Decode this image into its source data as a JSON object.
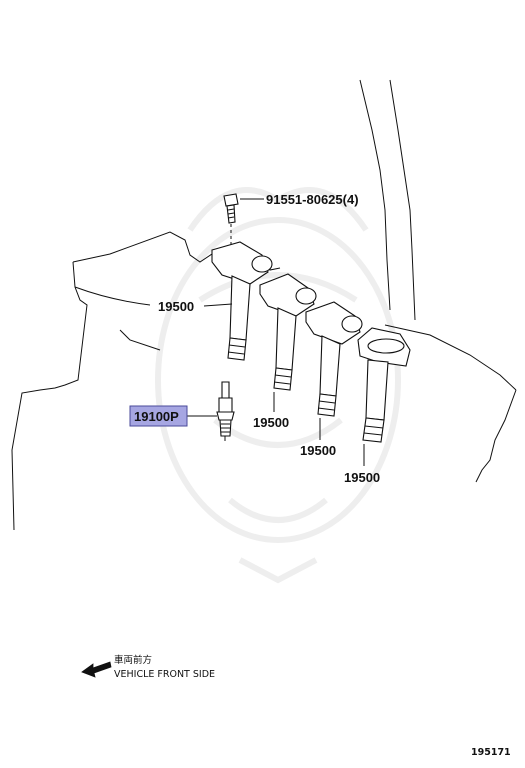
{
  "callouts": {
    "bolt": "91551-80625(4)",
    "coil_1": "19500",
    "coil_2": "19500",
    "coil_3": "19500",
    "coil_4": "19500",
    "spark_plug": "19100P"
  },
  "direction": {
    "label_jp": "車両前方",
    "label_en": "VEHICLE FRONT SIDE"
  },
  "figure_number": "195171",
  "highlight_color": "#a6a6e2"
}
